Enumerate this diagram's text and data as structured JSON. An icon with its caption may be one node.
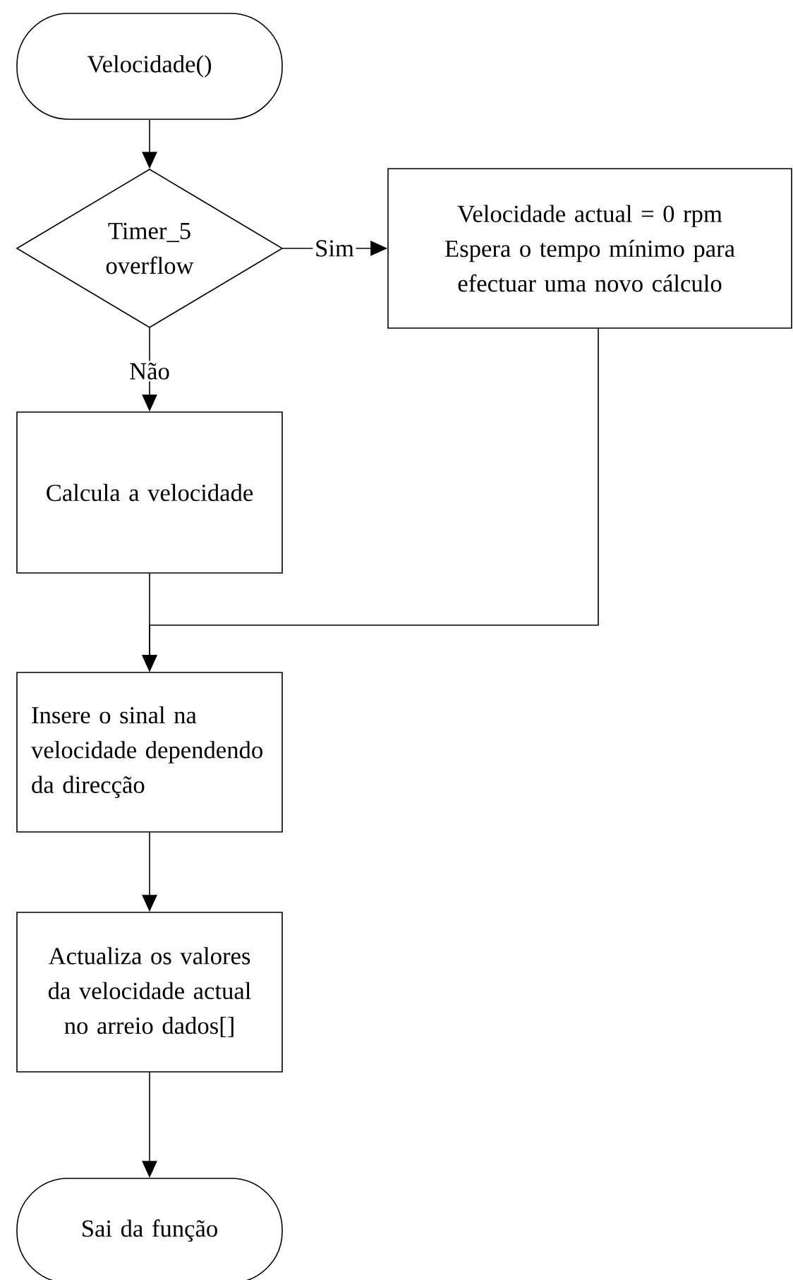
{
  "diagram": {
    "nodes": [
      {
        "text": [
          "Velocidade()"
        ]
      },
      {
        "text": [
          "Timer_5 overflow"
        ]
      },
      {
        "text": [
          "Velocidade actual = 0 rpm Espera o tempo mínimo para efectuar uma novo cálculo"
        ]
      },
      {
        "text": [
          "Calcula a velocidade"
        ]
      },
      {
        "text": [
          "Insere o sinal na velocidade dependendo da direcção"
        ]
      },
      {
        "text": [
          "Actualiza os valores da velocidade actual no arreio dados[]"
        ]
      },
      {
        "text": [
          "Sai da função"
        ]
      }
    ],
    "edges": [
      {
        "from": 0,
        "to": 1,
        "arrow": "to"
      },
      {
        "from": 1,
        "to": 2,
        "arrow": "to",
        "label": "Sim"
      },
      {
        "from": 1,
        "to": 3,
        "arrow": "to",
        "label": "Não"
      },
      {
        "from": 3,
        "to": 4,
        "arrow": "to"
      },
      {
        "from": 2,
        "to": 4,
        "arrow": "to"
      },
      {
        "from": 4,
        "to": 5,
        "arrow": "to"
      },
      {
        "from": 5,
        "to": 6,
        "arrow": "to"
      }
    ]
  }
}
